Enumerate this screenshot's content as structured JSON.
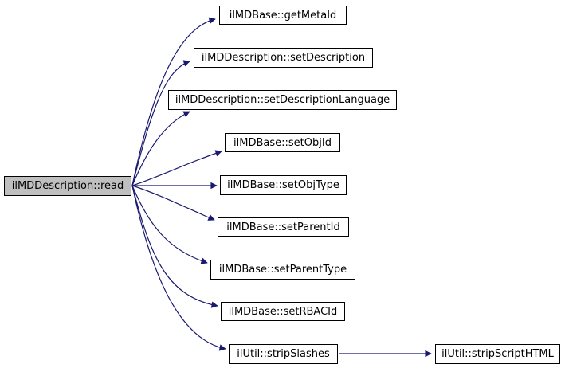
{
  "diagram": {
    "type": "call-graph",
    "background_color": "#ffffff",
    "edge_color": "#191970",
    "node_border_color": "#000000",
    "node_fill_color": "#ffffff",
    "highlighted_node_fill_color": "#bfbfbf",
    "nodes": [
      {
        "id": "read",
        "label": "ilMDDescription::read",
        "highlighted": true
      },
      {
        "id": "getMetaId",
        "label": "ilMDBase::getMetaId",
        "highlighted": false
      },
      {
        "id": "setDescription",
        "label": "ilMDDescription::setDescription",
        "highlighted": false
      },
      {
        "id": "setDescriptionLanguage",
        "label": "ilMDDescription::setDescriptionLanguage",
        "highlighted": false
      },
      {
        "id": "setObjId",
        "label": "ilMDBase::setObjId",
        "highlighted": false
      },
      {
        "id": "setObjType",
        "label": "ilMDBase::setObjType",
        "highlighted": false
      },
      {
        "id": "setParentId",
        "label": "ilMDBase::setParentId",
        "highlighted": false
      },
      {
        "id": "setParentType",
        "label": "ilMDBase::setParentType",
        "highlighted": false
      },
      {
        "id": "setRBACId",
        "label": "ilMDBase::setRBACId",
        "highlighted": false
      },
      {
        "id": "stripSlashes",
        "label": "ilUtil::stripSlashes",
        "highlighted": false
      },
      {
        "id": "stripScriptHTML",
        "label": "ilUtil::stripScriptHTML",
        "highlighted": false
      }
    ],
    "edges": [
      {
        "from": "ilMDDescription::read",
        "to": "ilMDBase::getMetaId"
      },
      {
        "from": "ilMDDescription::read",
        "to": "ilMDDescription::setDescription"
      },
      {
        "from": "ilMDDescription::read",
        "to": "ilMDDescription::setDescriptionLanguage"
      },
      {
        "from": "ilMDDescription::read",
        "to": "ilMDBase::setObjId"
      },
      {
        "from": "ilMDDescription::read",
        "to": "ilMDBase::setObjType"
      },
      {
        "from": "ilMDDescription::read",
        "to": "ilMDBase::setParentId"
      },
      {
        "from": "ilMDDescription::read",
        "to": "ilMDBase::setParentType"
      },
      {
        "from": "ilMDDescription::read",
        "to": "ilMDBase::setRBACId"
      },
      {
        "from": "ilMDDescription::read",
        "to": "ilUtil::stripSlashes"
      },
      {
        "from": "ilUtil::stripSlashes",
        "to": "ilUtil::stripScriptHTML"
      }
    ]
  }
}
